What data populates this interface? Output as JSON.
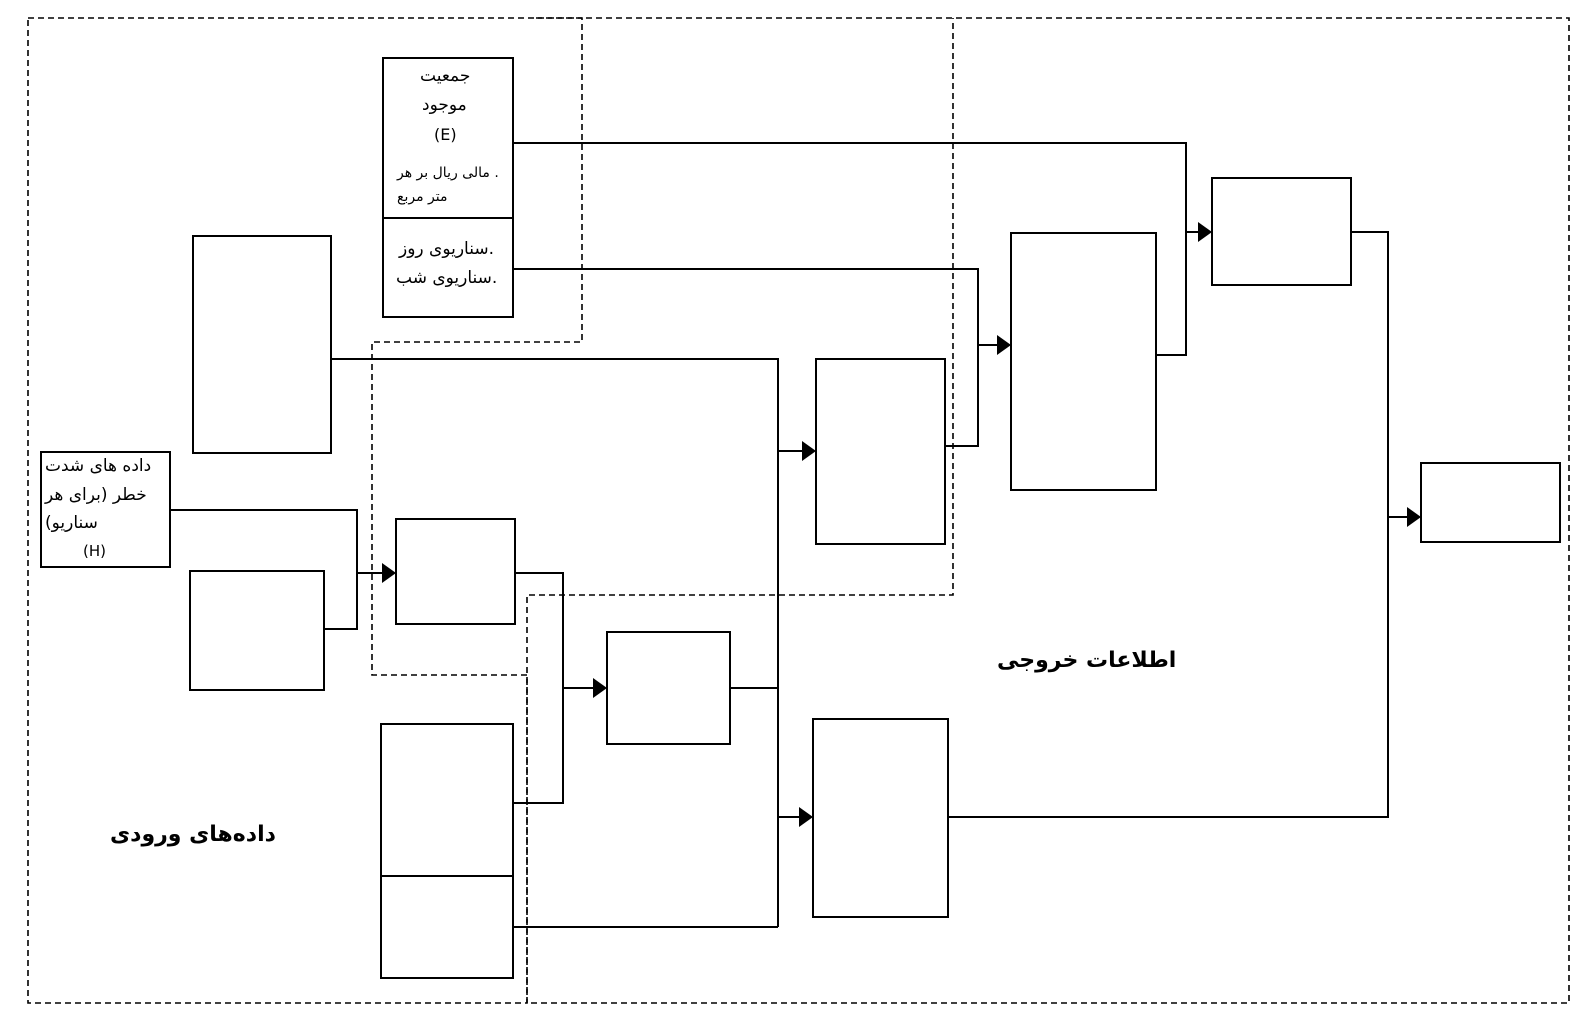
{
  "diagram": {
    "exposure_box": {
      "title_line1": "جمعیت",
      "title_line2": "موجود",
      "symbol": "(E)",
      "value_line1": ". مالی ریال بر هر",
      "value_line2": "متر مربع"
    },
    "scenario_box": {
      "line1": ".سناریوی روز",
      "line2": ".سناریوی شب"
    },
    "hazard_box": {
      "line1": "داده های شدت",
      "line2": "خطر (برای هر",
      "line3": "سناریو)",
      "symbol": "(H)"
    },
    "region_labels": {
      "inputs": "داده‌های ورودی",
      "outputs": "اطلاعات خروجی"
    }
  }
}
